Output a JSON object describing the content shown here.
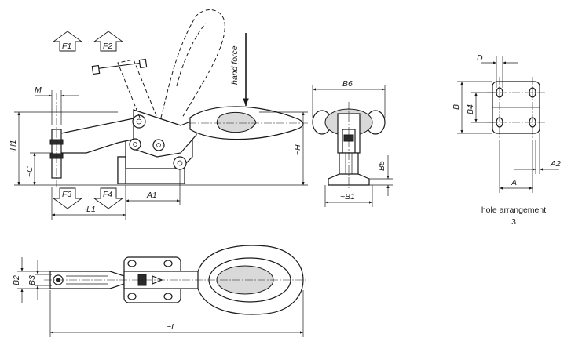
{
  "labels": {
    "f1": "F1",
    "f2": "F2",
    "f3": "F3",
    "f4": "F4",
    "hand_force": "hand force",
    "m": "M",
    "h1": "~H1",
    "c": "~C",
    "h": "~H",
    "l1": "~L1",
    "a1": "A1",
    "b6": "B6",
    "b1": "~B1",
    "b5": "B5",
    "d": "D",
    "b": "B",
    "b4": "B4",
    "a": "A",
    "a2": "A2",
    "b2": "B2",
    "b3": "B3",
    "l": "~L"
  },
  "caption": {
    "line1": "hole arrangement",
    "line2": "3"
  }
}
